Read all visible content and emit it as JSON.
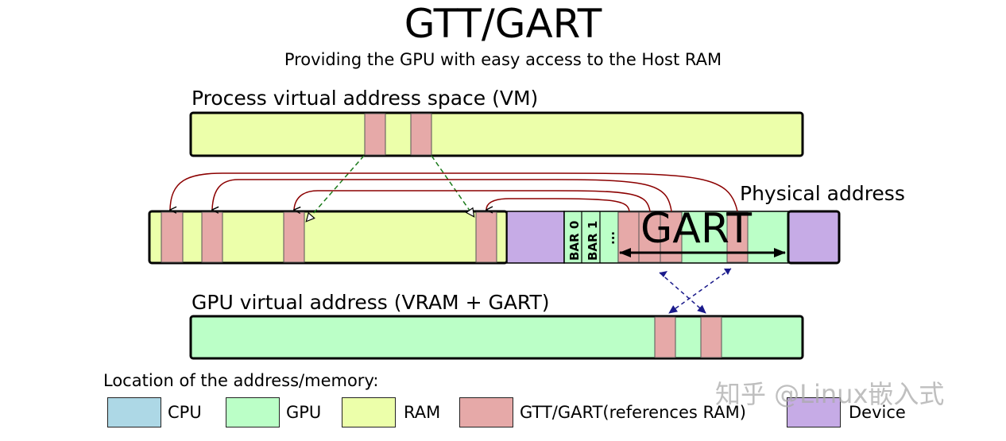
{
  "title": "GTT/GART",
  "subtitle": "Providing the GPU with easy access to the Host RAM",
  "labels": {
    "process_vm": "Process virtual address space (VM)",
    "physical": "Physical address",
    "gpu_va": "GPU virtual address (VRAM + GART)",
    "gart": "GART",
    "bar0": "BAR 0",
    "bar1": "BAR 1",
    "bar_more": "..."
  },
  "legend": {
    "title": "Location of the address/memory:",
    "items": [
      {
        "label": "CPU",
        "color": "#add8e6"
      },
      {
        "label": "GPU",
        "color": "#bbffc7"
      },
      {
        "label": "RAM",
        "color": "#ecffaa"
      },
      {
        "label": "GTT/GART(references RAM)",
        "color": "#e6a9a8"
      },
      {
        "label": "Device",
        "color": "#c6abe6"
      }
    ]
  },
  "watermark": "知乎 @Linux嵌入式",
  "colors": {
    "ram": "#ecffaa",
    "gpu": "#bbffc7",
    "gtt": "#e6a9a8",
    "device": "#c6abe6",
    "arrow_red": "#8b0000",
    "arrow_green": "#1a7a1a",
    "arrow_blue": "#1a1a8b"
  }
}
